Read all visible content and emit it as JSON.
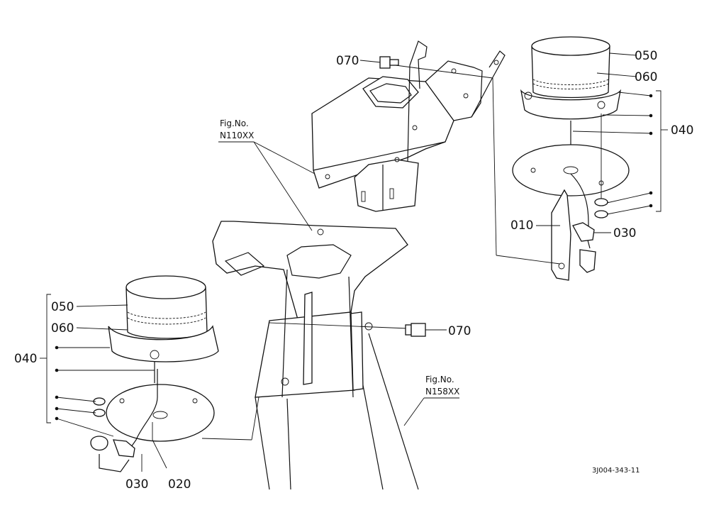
{
  "diagram": {
    "callouts": {
      "top_070": "070",
      "top_050": "050",
      "top_060": "060",
      "top_040": "040",
      "top_010": "010",
      "top_030": "030",
      "mid_070": "070",
      "left_050": "050",
      "left_060": "060",
      "left_040": "040",
      "bottom_030": "030",
      "bottom_020": "020"
    },
    "figure_refs": {
      "ref1_line1": "Fig.No.",
      "ref1_line2": "N110XX",
      "ref2_line1": "Fig.No.",
      "ref2_line2": "N158XX"
    },
    "drawing_number": "3J004-343-11"
  }
}
